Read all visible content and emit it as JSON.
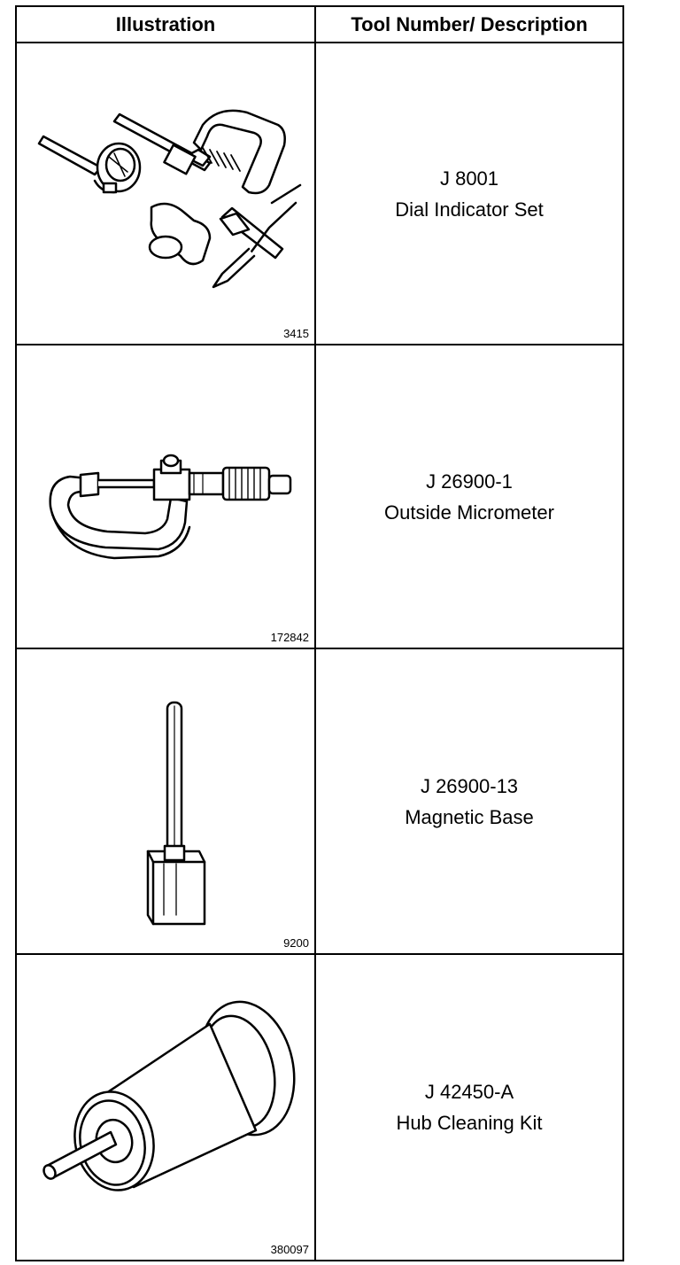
{
  "table": {
    "header": {
      "illustration": "Illustration",
      "description": "Tool Number/ Description"
    },
    "rows": [
      {
        "tool_number": "J 8001",
        "description": "Dial Indicator Set",
        "figure_number": "3415",
        "icon": "dial-indicator-set-icon"
      },
      {
        "tool_number": "J 26900-1",
        "description": "Outside Micrometer",
        "figure_number": "172842",
        "icon": "outside-micrometer-icon"
      },
      {
        "tool_number": "J 26900-13",
        "description": "Magnetic Base",
        "figure_number": "9200",
        "icon": "magnetic-base-icon"
      },
      {
        "tool_number": "J 42450-A",
        "description": "Hub Cleaning Kit",
        "figure_number": "380097",
        "icon": "hub-cleaning-kit-icon"
      }
    ]
  }
}
